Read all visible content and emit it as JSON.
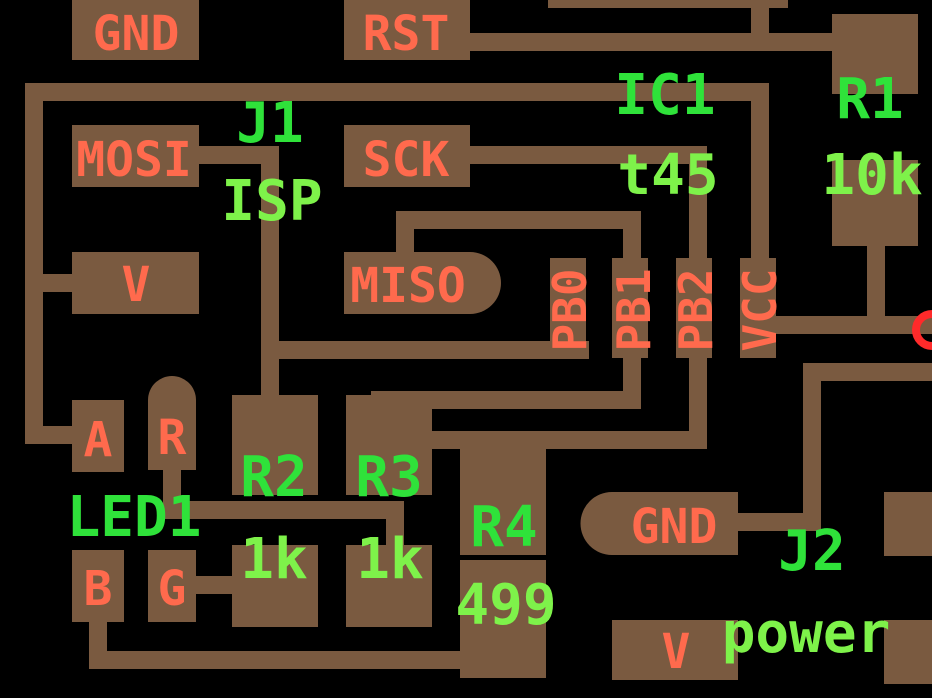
{
  "colors": {
    "background": "#000000",
    "copper": "#7a5a40",
    "pin_label": "#ff6a4d",
    "ref_label": "#2fe23a",
    "value_label": "#7ef24a"
  },
  "components": {
    "j1": {
      "ref": "J1",
      "value": "ISP",
      "pins": {
        "gnd": "GND",
        "rst": "RST",
        "mosi": "MOSI",
        "sck": "SCK",
        "v": "V",
        "miso": "MISO"
      }
    },
    "ic1": {
      "ref": "IC1",
      "value": "t45",
      "pins": {
        "pb0": "PB0",
        "pb1": "PB1",
        "pb2": "PB2",
        "vcc": "VCC"
      }
    },
    "r1": {
      "ref": "R1",
      "value": "10k"
    },
    "led1": {
      "ref": "LED1",
      "pins": {
        "a": "A",
        "r": "R",
        "b": "B",
        "g": "G"
      }
    },
    "r2": {
      "ref": "R2",
      "value": "1k"
    },
    "r3": {
      "ref": "R3",
      "value": "1k"
    },
    "r4": {
      "ref": "R4",
      "value": "499"
    },
    "j2": {
      "ref": "J2",
      "value": "power",
      "pins": {
        "gnd": "GND",
        "v": "V"
      }
    }
  }
}
